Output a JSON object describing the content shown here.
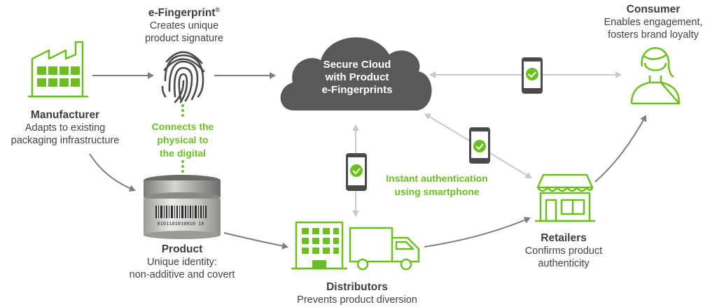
{
  "efingerprint": {
    "title": "e-Fingerprint",
    "title_mark": "®",
    "line1": "Creates unique",
    "line2": "product signature"
  },
  "consumer": {
    "title": "Consumer",
    "line1": "Enables engagement,",
    "line2": "fosters brand loyalty"
  },
  "cloud": {
    "line1": "Secure Cloud",
    "line2": "with Product",
    "line3": "e-Fingerprints"
  },
  "manufacturer": {
    "title": "Manufacturer",
    "line1": "Adapts to existing",
    "line2": "packaging infrastructure"
  },
  "connects": {
    "line1": "Connects the",
    "line2": "physical to",
    "line3": "the digital"
  },
  "instant": {
    "line1": "Instant authentication",
    "line2": "using smartphone"
  },
  "product": {
    "title": "Product",
    "line1": "Unique identity:",
    "line2": "non-additive and covert",
    "barcode_number": "0101101010010 10"
  },
  "retailers": {
    "title": "Retailers",
    "line1": "Confirms product",
    "line2": "authenticity"
  },
  "distributors": {
    "title": "Distributors",
    "line1": "Prevents product diversion"
  },
  "colors": {
    "green": "#6bbf1f",
    "dark": "#58595b",
    "arrow": "#7d7d7d",
    "light_arrow": "#c8c8c8"
  }
}
